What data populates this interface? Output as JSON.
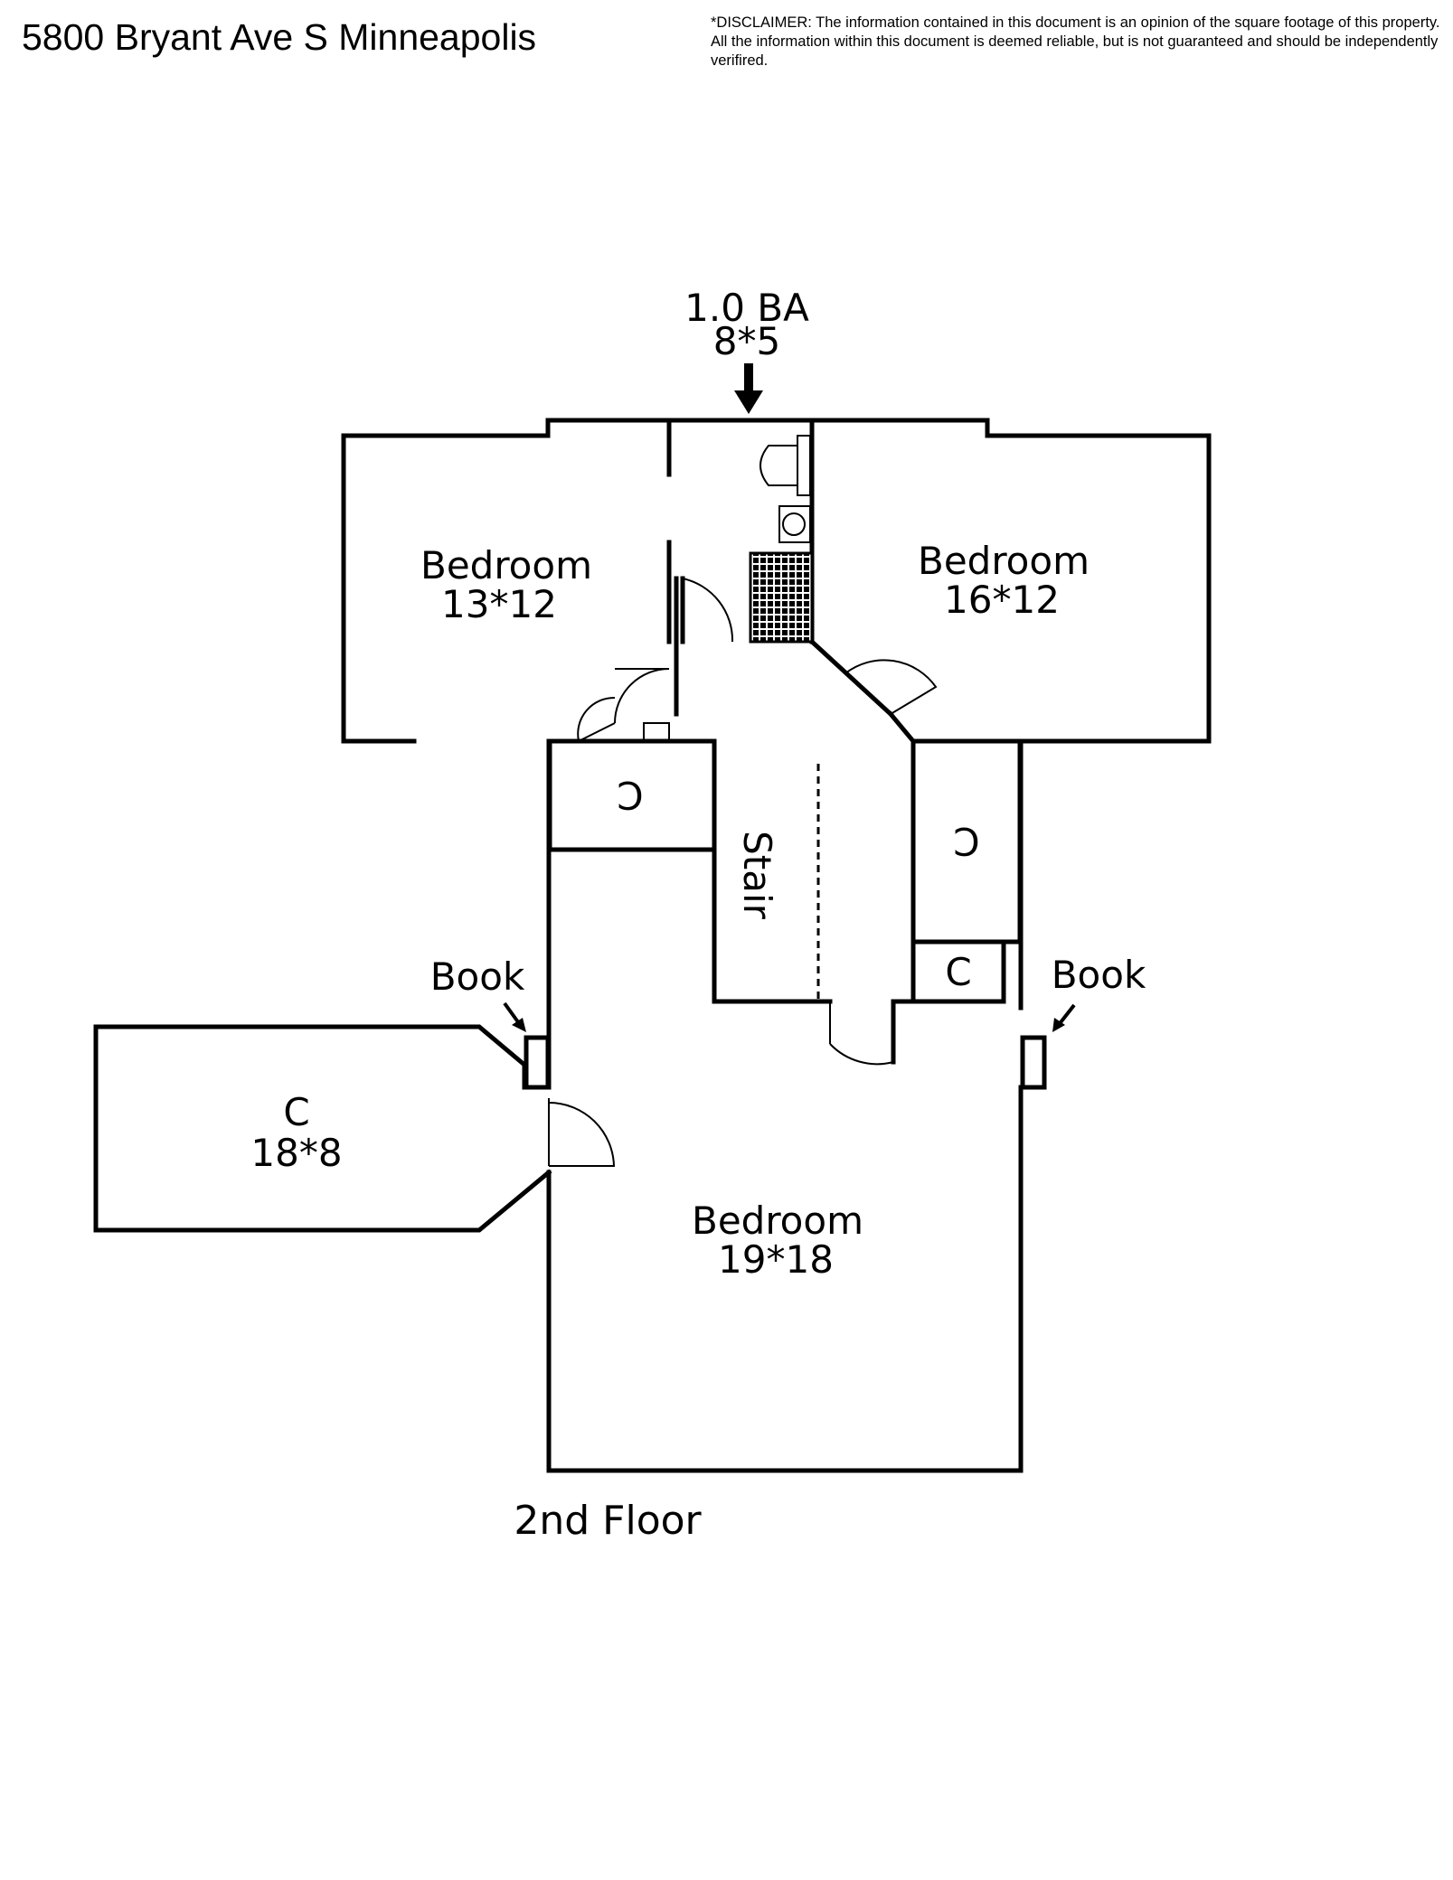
{
  "header": {
    "address": "5800 Bryant Ave S Minneapolis",
    "disclaimer": "*DISCLAIMER: The information contained in this document is an opinion of the square footage of this property. All the information within this document is deemed reliable, but is not guaranteed and should be independently verifired."
  },
  "plan": {
    "bath": {
      "name": "1.0 BA",
      "size": "8*5"
    },
    "bedroom_left": {
      "name": "Bedroom",
      "size": "13*12"
    },
    "bedroom_right": {
      "name": "Bedroom",
      "size": "16*12"
    },
    "bedroom_main": {
      "name": "Bedroom",
      "size": "19*18"
    },
    "closet_large": {
      "name": "C",
      "size": "18*8"
    },
    "closet_left": "C",
    "closet_right": "C",
    "closet_small": "C",
    "stair": "Stair",
    "book_left": "Book",
    "book_right": "Book",
    "floor_label": "2nd Floor"
  }
}
